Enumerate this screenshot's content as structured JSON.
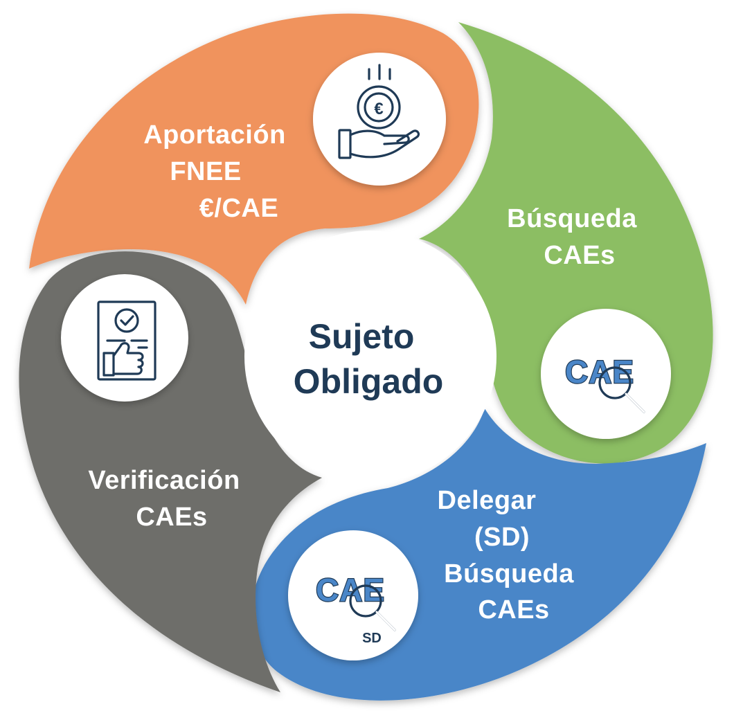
{
  "center": {
    "line1": "Sujeto",
    "line2": "Obligado"
  },
  "segments": [
    {
      "id": "aportacion",
      "color": "#f0935d",
      "lines": [
        "Aportación",
        "FNEE",
        "€/CAE"
      ],
      "icon": "hand-euro-coin-icon",
      "icon_text": "€"
    },
    {
      "id": "busqueda",
      "color": "#8cbe64",
      "lines": [
        "Búsqueda",
        "CAEs"
      ],
      "icon": "cae-search-icon",
      "icon_text": "CAE"
    },
    {
      "id": "delegar",
      "color": "#4a86c8",
      "lines": [
        "Delegar",
        "(SD)",
        "Búsqueda",
        "CAEs"
      ],
      "icon": "cae-search-sd-icon",
      "icon_text": "CAE",
      "icon_subtext": "SD"
    },
    {
      "id": "verificacion",
      "color": "#6e6e6a",
      "lines": [
        "Verificación",
        "CAEs"
      ],
      "icon": "document-check-thumbs-up-icon"
    }
  ],
  "colors": {
    "center_text": "#1f3a56",
    "icon_stroke": "#1f3a56",
    "label_text": "#ffffff"
  }
}
